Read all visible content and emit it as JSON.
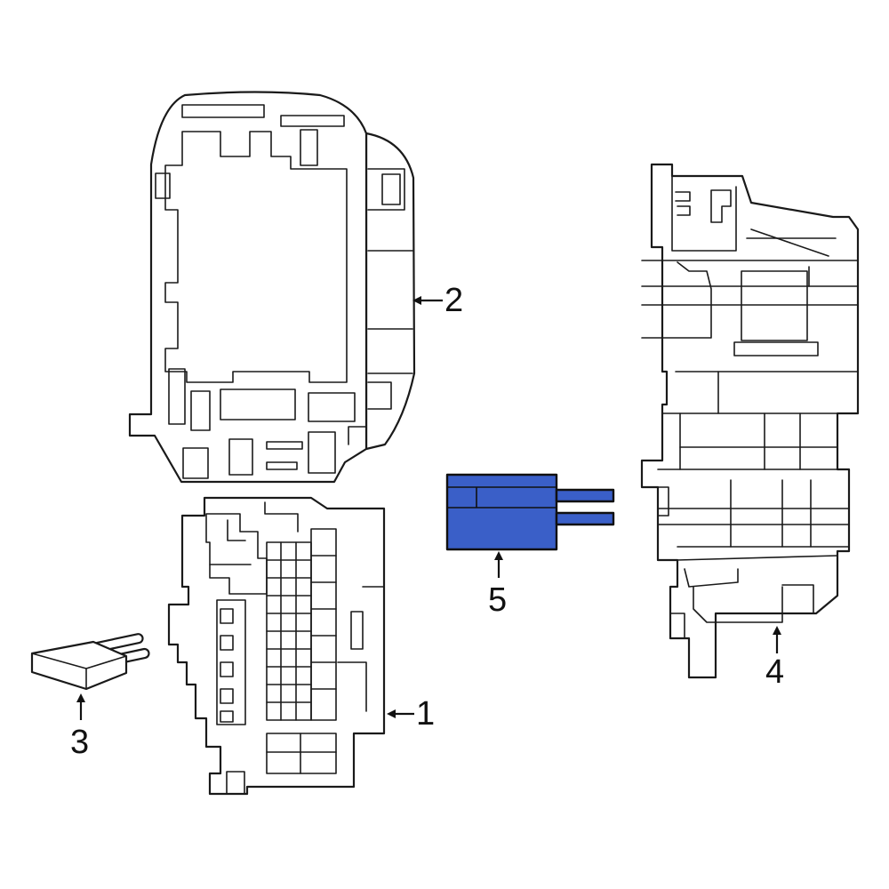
{
  "highlight_color": "#3a5fc8",
  "parts": [
    {
      "id": "part-1",
      "label": "1"
    },
    {
      "id": "part-2",
      "label": "2"
    },
    {
      "id": "part-3",
      "label": "3"
    },
    {
      "id": "part-4",
      "label": "4"
    },
    {
      "id": "part-5",
      "label": "5",
      "highlighted": true
    }
  ]
}
